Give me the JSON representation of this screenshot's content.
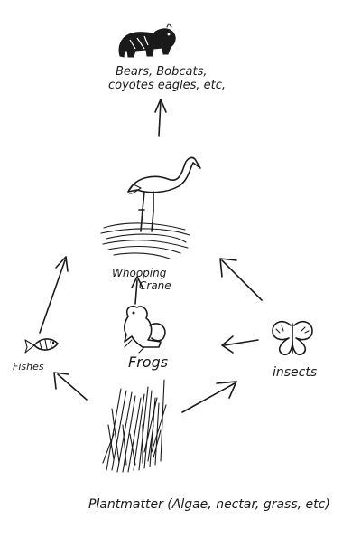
{
  "labels": {
    "predators_line1": "Bears, Bobcats,",
    "predators_line2": "coyotes eagles, etc,",
    "crane_line1": "Whooping",
    "crane_line2": "Crane",
    "frogs": "Frogs",
    "fishes": "Fishes",
    "insects": "insects",
    "plants": "Plantmatter (Algae, nectar, grass, etc)"
  },
  "icons": [
    "bear-icon",
    "crane-icon",
    "frog-icon",
    "fish-icon",
    "butterfly-icon",
    "grass-icon",
    "marsh-icon"
  ],
  "ink_color": "#1a1a1a"
}
